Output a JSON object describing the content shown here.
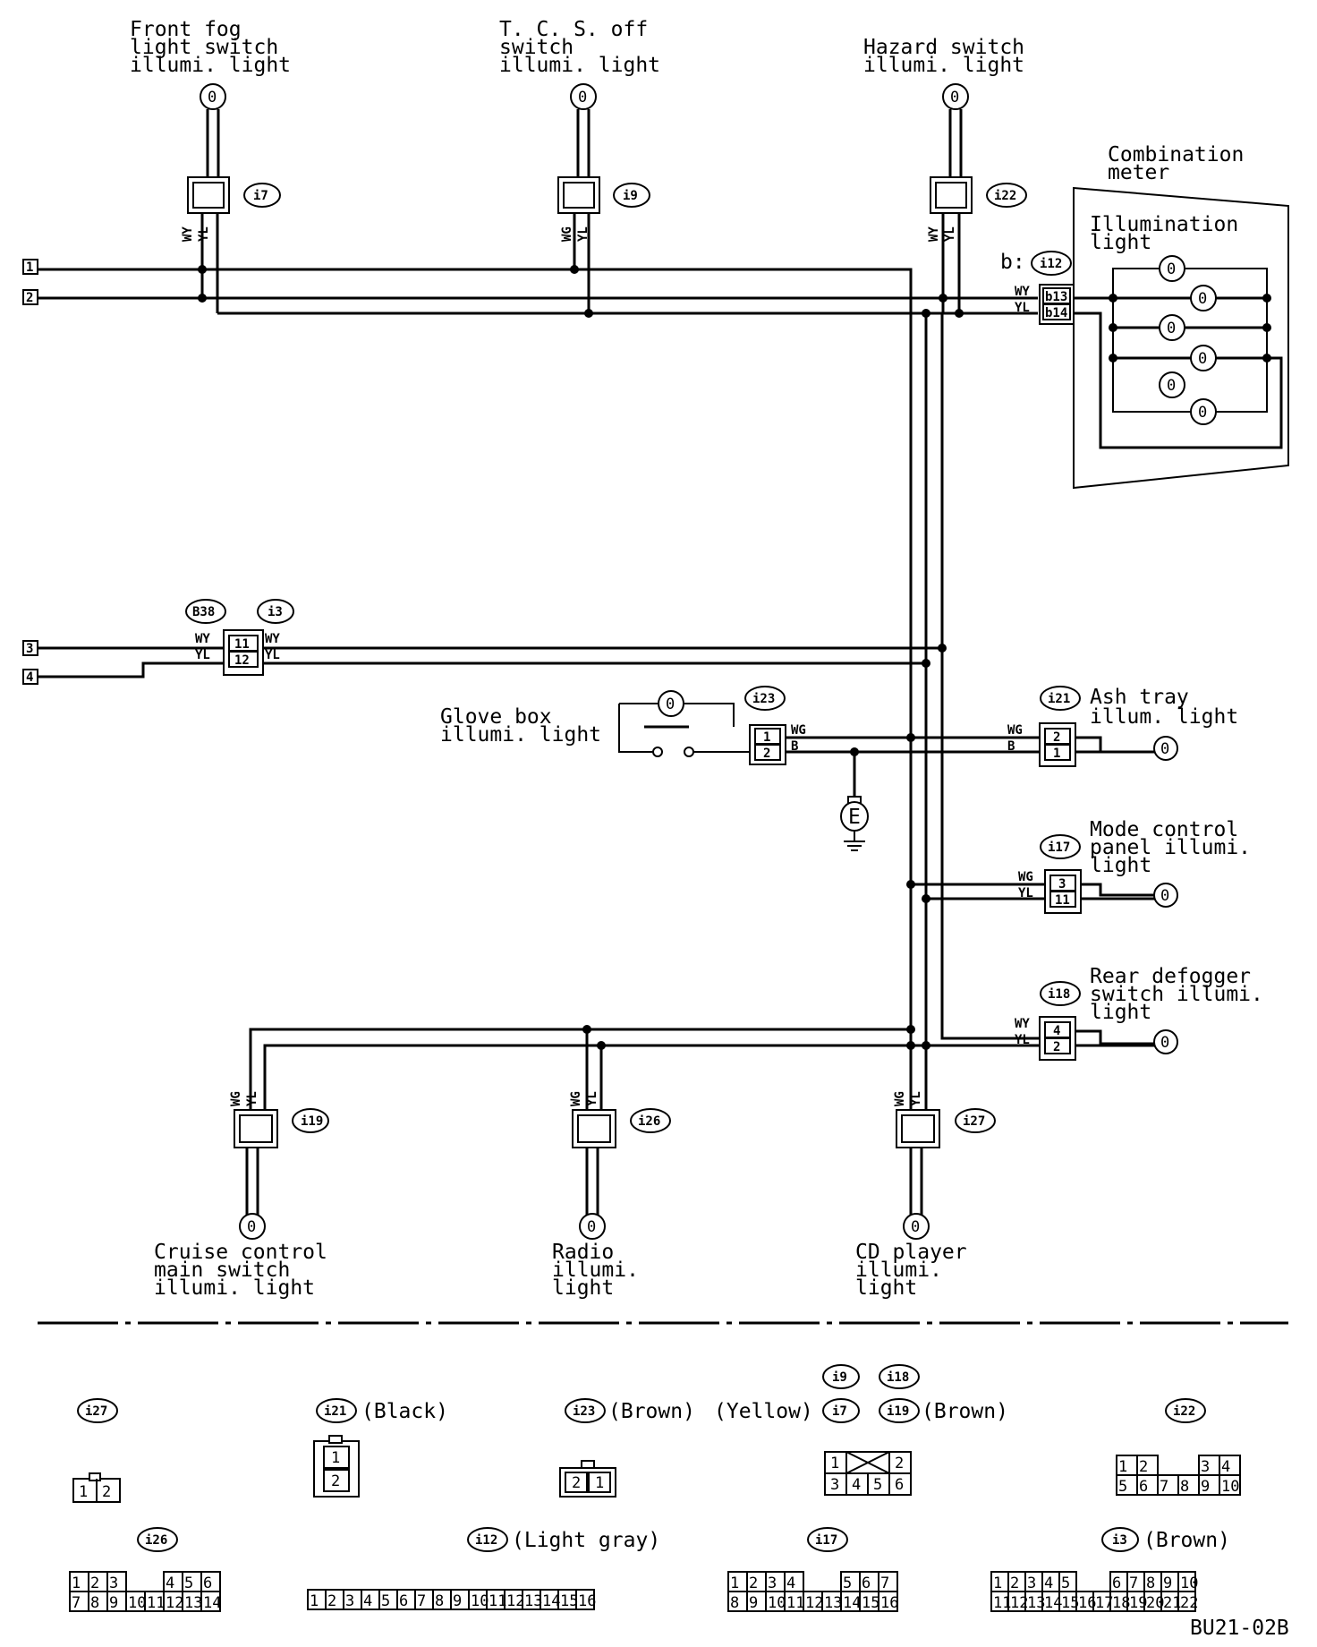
{
  "components": {
    "fog_label": [
      "Front fog",
      "light switch",
      "illumi. light"
    ],
    "tcs_label": [
      "T. C. S. off",
      "switch",
      "illumi. light"
    ],
    "hazard_label": [
      "Hazard switch",
      "illumi. light"
    ],
    "combination_meter": "Combination meter",
    "illumination_light": [
      "Illumination",
      "light"
    ],
    "glove_label": [
      "Glove box",
      "illumi. light"
    ],
    "ash_label": [
      "Ash tray",
      "illum. light"
    ],
    "mode_label": [
      "Mode control",
      "panel illumi.",
      "light"
    ],
    "rear_label": [
      "Rear defogger",
      "switch illumi.",
      "light"
    ],
    "cruise_label": [
      "Cruise control",
      "main switch",
      "illumi. light"
    ],
    "radio_label": [
      "Radio",
      "illumi.",
      "light"
    ],
    "cd_label": [
      "CD player",
      "illumi.",
      "light"
    ]
  },
  "terminals": [
    "1",
    "2",
    "3",
    "4"
  ],
  "connectors": {
    "i7": "i7",
    "i9": "i9",
    "i22": "i22",
    "i12": "i12",
    "b_prefix": "b:",
    "i12_pins": [
      "b13",
      "b14"
    ],
    "b38": "B38",
    "i3": "i3",
    "i3_pins": [
      "11",
      "12"
    ],
    "i23": "i23",
    "i23_pins": [
      "1",
      "2"
    ],
    "i21": "i21",
    "i21_pins": [
      "2",
      "1"
    ],
    "i17": "i17",
    "i17_pins": [
      "3",
      "11"
    ],
    "i18": "i18",
    "i18_pins": [
      "4",
      "2"
    ],
    "i19": "i19",
    "i26": "i26",
    "i27": "i27"
  },
  "wires": {
    "wy": "WY",
    "yl": "YL",
    "wg": "WG",
    "b": "B"
  },
  "ground": "E",
  "legend": {
    "i27": {
      "tag": "i27",
      "pins": [
        "1",
        "2"
      ]
    },
    "i21": {
      "tag": "i21",
      "color": "(Black)",
      "pins": [
        "1",
        "2"
      ]
    },
    "i23": {
      "tag": "i23",
      "color": "(Brown)",
      "pins": [
        "2",
        "1"
      ]
    },
    "group": {
      "tags": [
        "i9",
        "i18",
        "i7",
        "i19"
      ],
      "color_left": "(Yellow)",
      "color_right": "(Brown)",
      "row1": [
        "1",
        "2"
      ],
      "row2": [
        "3",
        "4",
        "5",
        "6"
      ]
    },
    "i22": {
      "tag": "i22",
      "row1": [
        "1",
        "2",
        "3",
        "4"
      ],
      "row2": [
        "5",
        "6",
        "7",
        "8",
        "9",
        "10"
      ]
    },
    "i26": {
      "tag": "i26",
      "row1": [
        "1",
        "2",
        "3",
        "4",
        "5",
        "6"
      ],
      "row2": [
        "7",
        "8",
        "9",
        "10",
        "11",
        "12",
        "13",
        "14"
      ]
    },
    "i12": {
      "tag": "i12",
      "color": "(Light gray)",
      "pins": [
        "1",
        "2",
        "3",
        "4",
        "5",
        "6",
        "7",
        "8",
        "9",
        "10",
        "11",
        "12",
        "13",
        "14",
        "15",
        "16"
      ]
    },
    "i17": {
      "tag": "i17",
      "row1": [
        "1",
        "2",
        "3",
        "4",
        "5",
        "6",
        "7"
      ],
      "row2": [
        "8",
        "9",
        "10",
        "11",
        "12",
        "13",
        "14",
        "15",
        "16"
      ]
    },
    "i3": {
      "tag": "i3",
      "color": "(Brown)",
      "row1": [
        "1",
        "2",
        "3",
        "4",
        "5",
        "6",
        "7",
        "8",
        "9",
        "10"
      ],
      "row2": [
        "11",
        "12",
        "13",
        "14",
        "15",
        "16",
        "17",
        "18",
        "19",
        "20",
        "21",
        "22"
      ]
    }
  },
  "figure_code": "BU21-02B"
}
